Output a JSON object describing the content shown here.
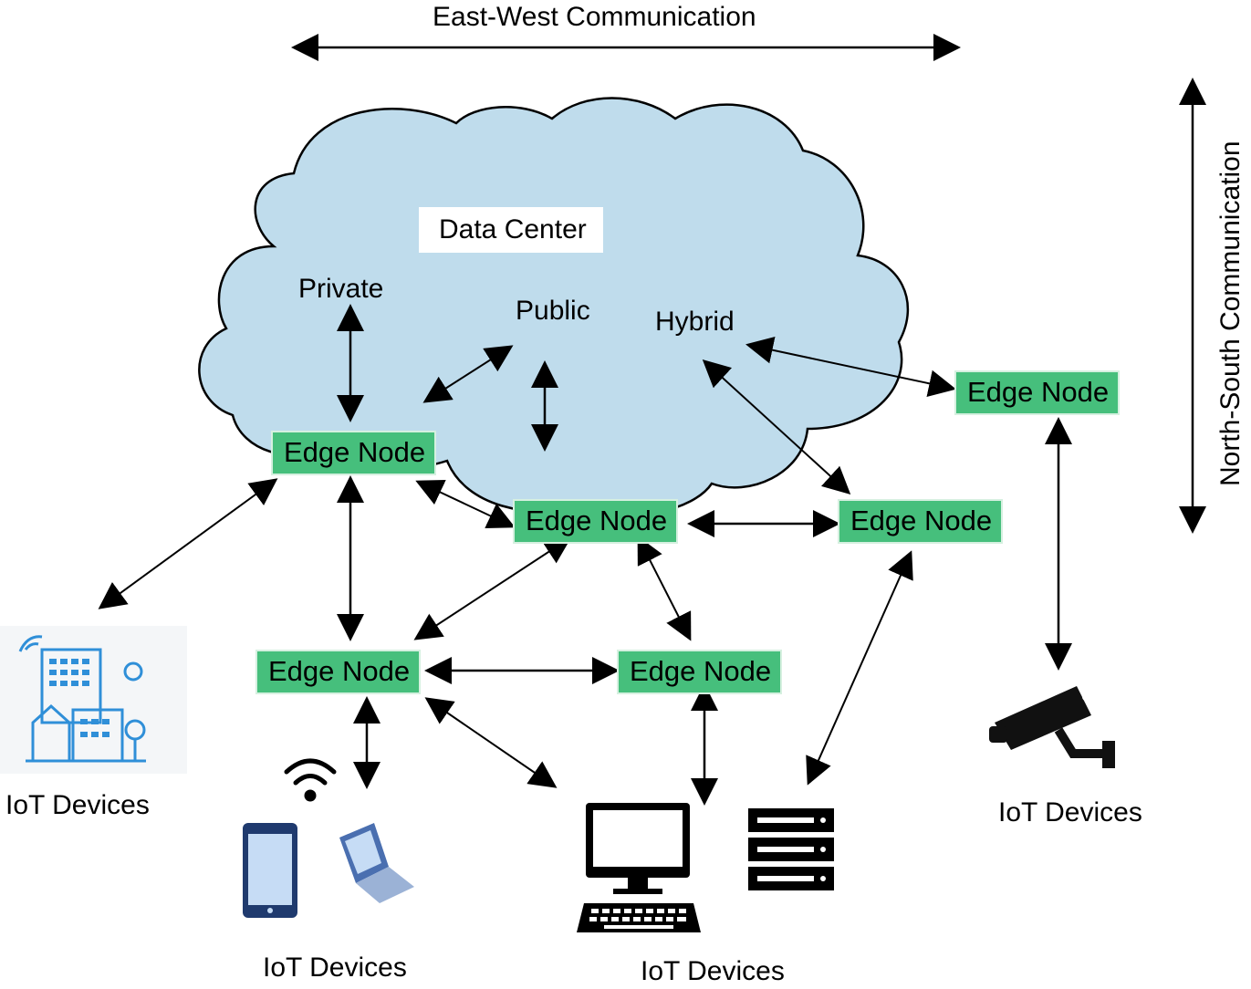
{
  "title_top": "East-West Communication",
  "title_side": "North-South Communication",
  "cloud": {
    "data_center_label": "Data Center",
    "private_label": "Private",
    "public_label": "Public",
    "hybrid_label": "Hybrid",
    "fill_color": "#bfdcec"
  },
  "edge_nodes": {
    "left": "Edge Node",
    "center": "Edge Node",
    "right_mid": "Edge Node",
    "far_right": "Edge Node",
    "bottom_left": "Edge Node",
    "bottom_mid": "Edge Node",
    "fill_color": "#46bf7c"
  },
  "device_groups": {
    "left": "IoT Devices",
    "bottom_left": "IoT Devices",
    "bottom_mid": "IoT Devices",
    "right": "IoT Devices"
  },
  "icons": [
    "smart-city-icon",
    "wifi-icon",
    "smartphone-icon",
    "laptop-icon",
    "desktop-computer-icon",
    "server-rack-icon",
    "security-camera-icon"
  ]
}
